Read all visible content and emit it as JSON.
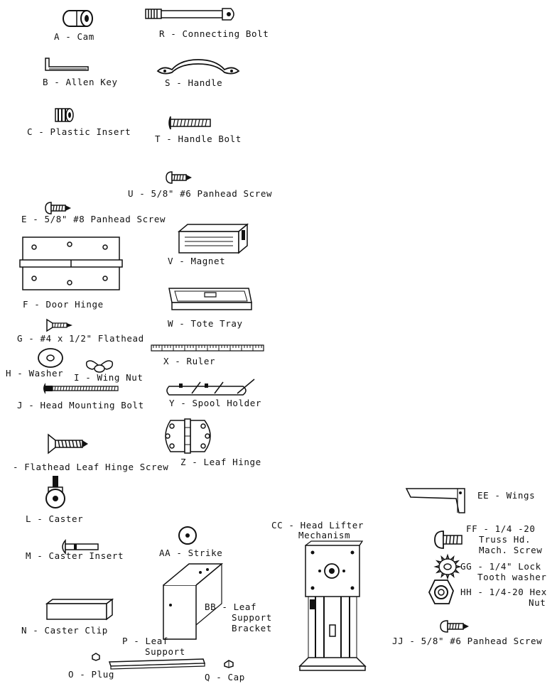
{
  "parts": {
    "a": "A - Cam",
    "r": "R - Connecting Bolt",
    "b": "B - Allen Key",
    "s": "S - Handle",
    "c": "C - Plastic Insert",
    "t": "T - Handle Bolt",
    "u": "U - 5/8\" #6 Panhead Screw",
    "e": "E - 5/8\" #8 Panhead Screw",
    "v": "V - Magnet",
    "f": "F - Door Hinge",
    "w": "W - Tote Tray",
    "g": "G - #4 x 1/2\" Flathead",
    "x": "X - Ruler",
    "h": "H - Washer",
    "i": "I - Wing Nut",
    "y": "Y - Spool Holder",
    "j": "J - Head Mounting Bolt",
    "k": "- Flathead Leaf Hinge Screw",
    "z": "Z - Leaf Hinge",
    "l": "L - Caster",
    "ee": "EE - Wings",
    "cc1": "CC - Head Lifter",
    "cc2": "Mechanism",
    "ff1": "FF - 1/4 -20",
    "ff2": "Truss Hd.",
    "ff3": "Mach. Screw",
    "m": "M - Caster Insert",
    "aa": "AA - Strike",
    "gg1": "GG - 1/4\" Lock",
    "gg2": "Tooth washer",
    "hh1": "HH - 1/4-20 Hex",
    "hh2": "Nut",
    "bb1": "BB - Leaf",
    "bb2": "Support",
    "bb3": "Bracket",
    "n": "N - Caster Clip",
    "p1": "P - Leaf",
    "p2": "Support",
    "jj": "JJ - 5/8\" #6 Panhead Screw",
    "o": "O - Plug",
    "q": "Q - Cap"
  }
}
